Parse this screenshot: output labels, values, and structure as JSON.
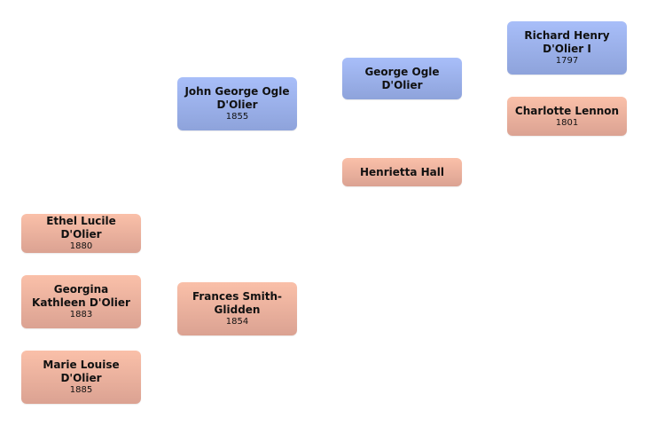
{
  "people": [
    {
      "name": "Ethel Lucile D'Olier",
      "year": "1880",
      "sex": "female"
    },
    {
      "name": "Georgina Kathleen D'Olier",
      "year": "1883",
      "sex": "female"
    },
    {
      "name": "Marie Louise D'Olier",
      "year": "1885",
      "sex": "female"
    },
    {
      "name": "John George Ogle D'Olier",
      "year": "1855",
      "sex": "male"
    },
    {
      "name": "Frances Smith-Glidden",
      "year": "1854",
      "sex": "female"
    },
    {
      "name": "George Ogle D'Olier",
      "sex": "male"
    },
    {
      "name": "Henrietta Hall",
      "sex": "female"
    },
    {
      "name": "Richard Henry D'Olier I",
      "year": "1797",
      "sex": "male"
    },
    {
      "name": "Charlotte Lennon",
      "year": "1801",
      "sex": "female"
    }
  ],
  "colors": {
    "male": "#a8bef9",
    "female": "#fac0a9"
  }
}
